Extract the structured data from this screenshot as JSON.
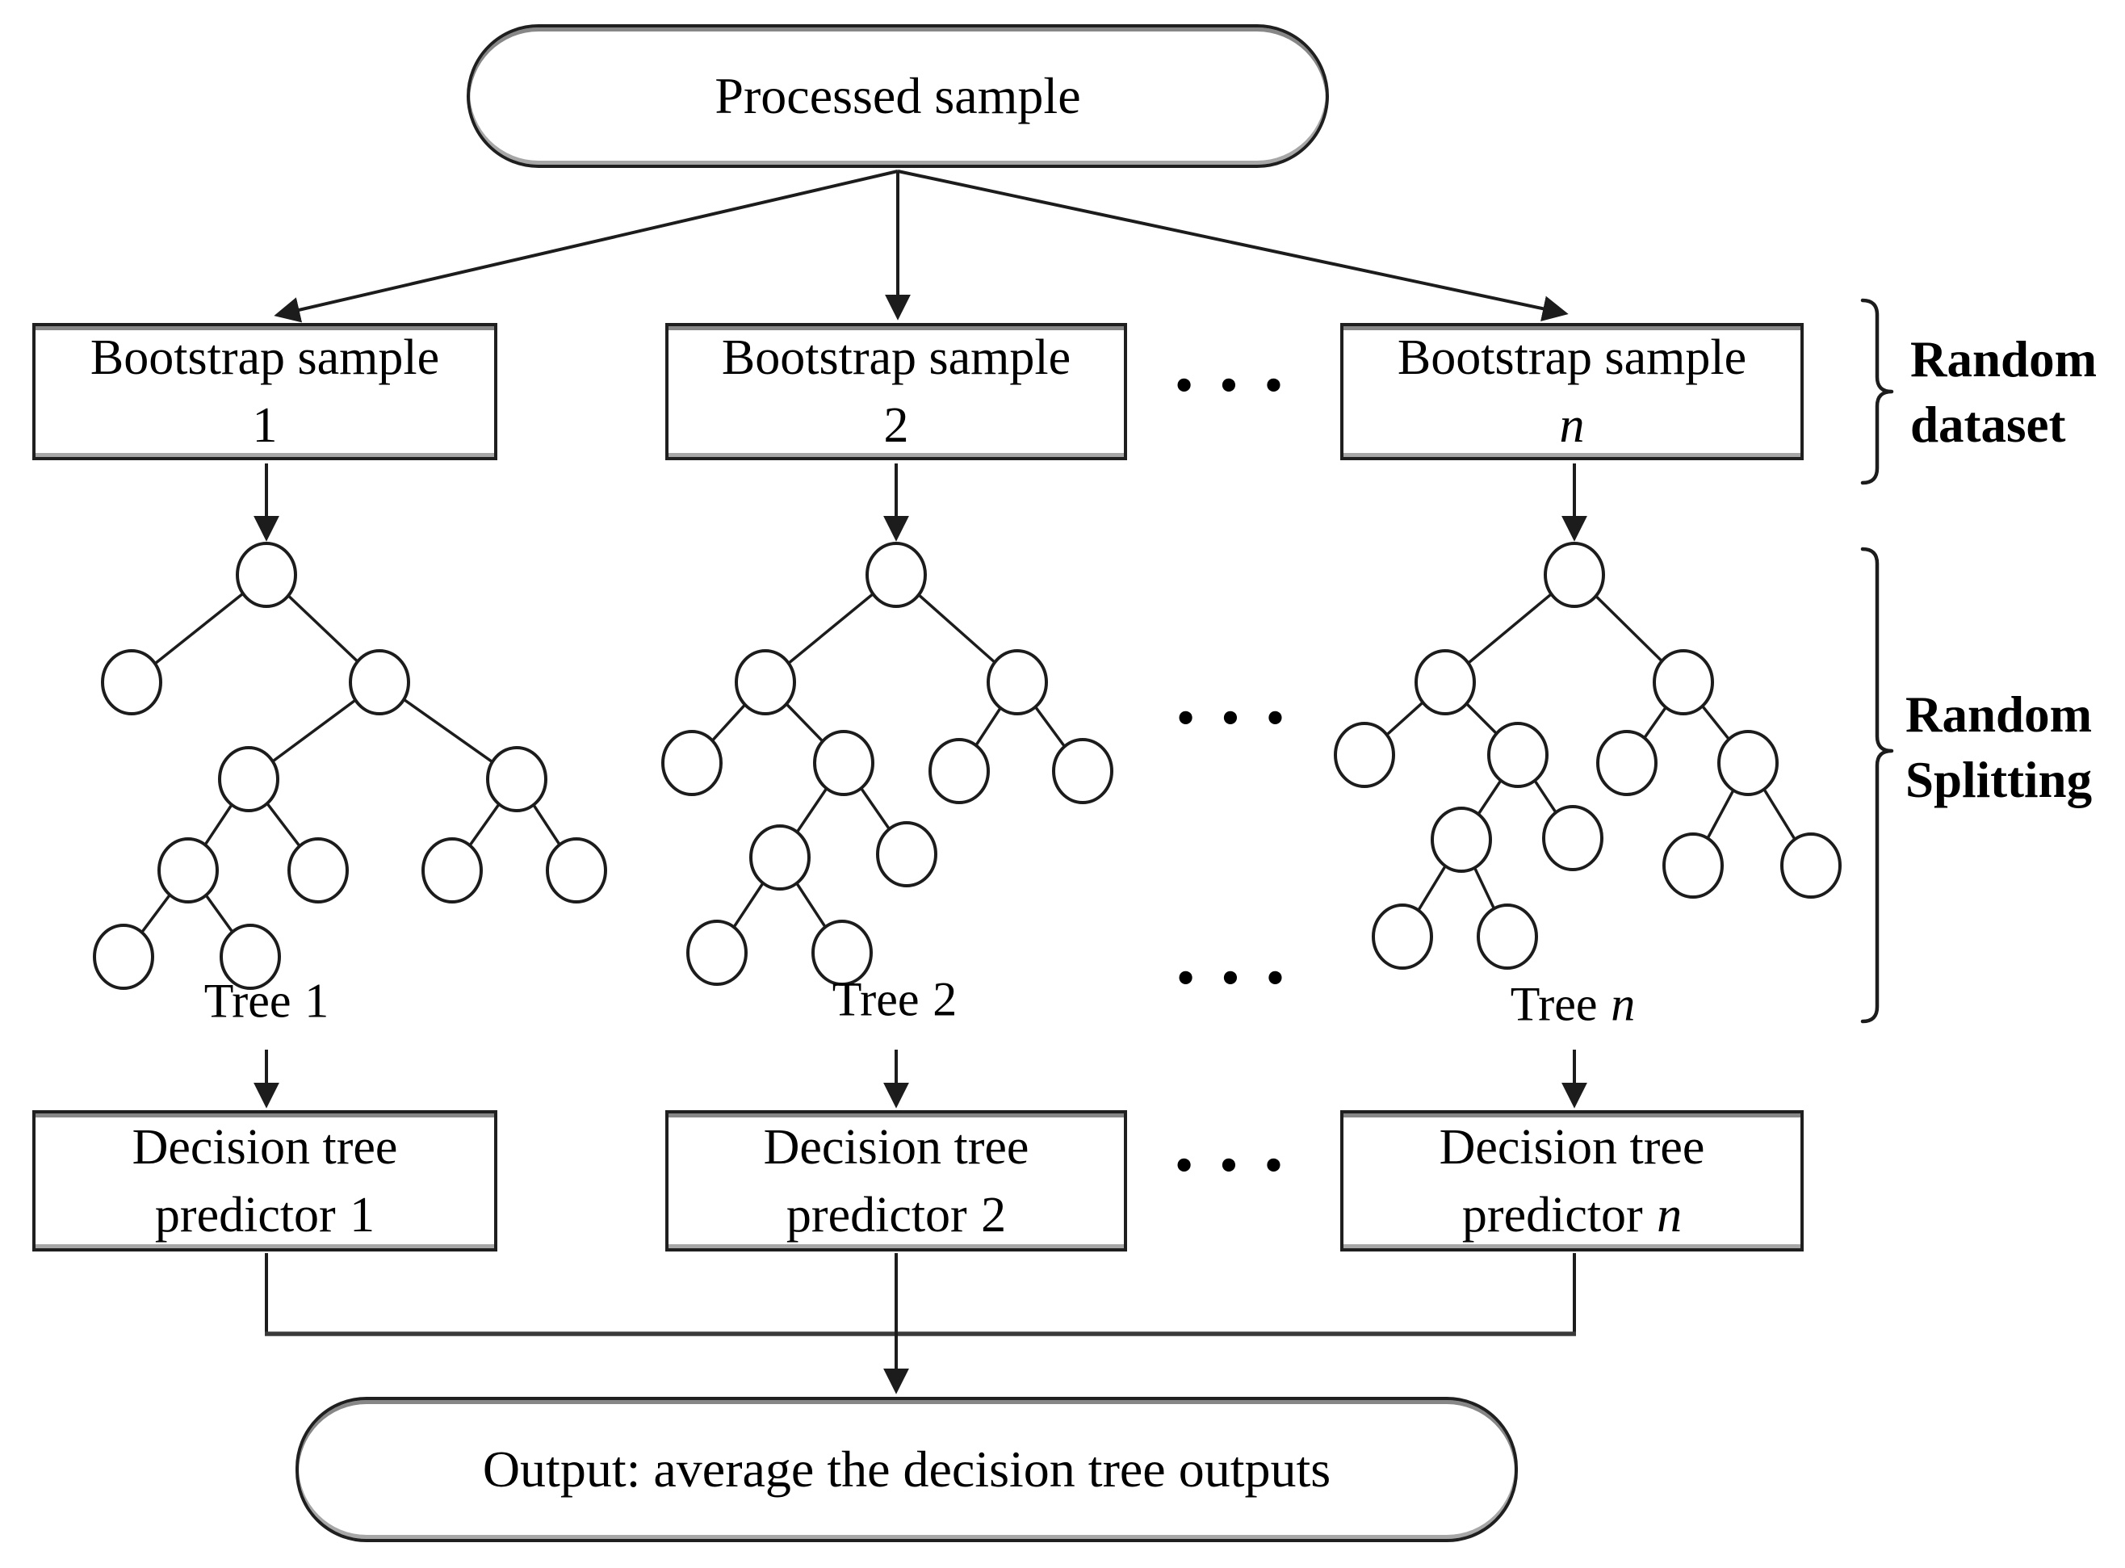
{
  "figure": {
    "colors": {
      "background": "#ffffff",
      "line": "#1c1c1c",
      "connector_gray": "#3a3a3a",
      "text": "#000000"
    },
    "source_node": {
      "label": "Processed sample"
    },
    "bootstrap_row": [
      {
        "line1": "Bootstrap sample",
        "num": "1",
        "italic": false
      },
      {
        "line1": "Bootstrap sample",
        "num": "2",
        "italic": false
      },
      {
        "line1": "Bootstrap sample",
        "num": "n",
        "italic": true
      }
    ],
    "tree_labels": [
      {
        "prefix": "Tree",
        "num": "1",
        "italic": false
      },
      {
        "prefix": "Tree",
        "num": "2",
        "italic": false
      },
      {
        "prefix": "Tree",
        "num": "n",
        "italic": true
      }
    ],
    "predictor_row": [
      {
        "line1": "Decision tree",
        "line2": "predictor",
        "num": "1",
        "italic": false
      },
      {
        "line1": "Decision tree",
        "line2": "predictor",
        "num": "2",
        "italic": false
      },
      {
        "line1": "Decision tree",
        "line2": "predictor",
        "num": "n",
        "italic": true
      }
    ],
    "annotations": {
      "dataset": {
        "line1": "Random",
        "line2": "dataset"
      },
      "splitting": {
        "line1": "Random",
        "line2": "Splitting"
      }
    },
    "ellipsis": [
      "•••",
      "•••",
      "•••",
      "•••"
    ],
    "output_node": {
      "label": "Output: average the decision tree outputs"
    }
  }
}
